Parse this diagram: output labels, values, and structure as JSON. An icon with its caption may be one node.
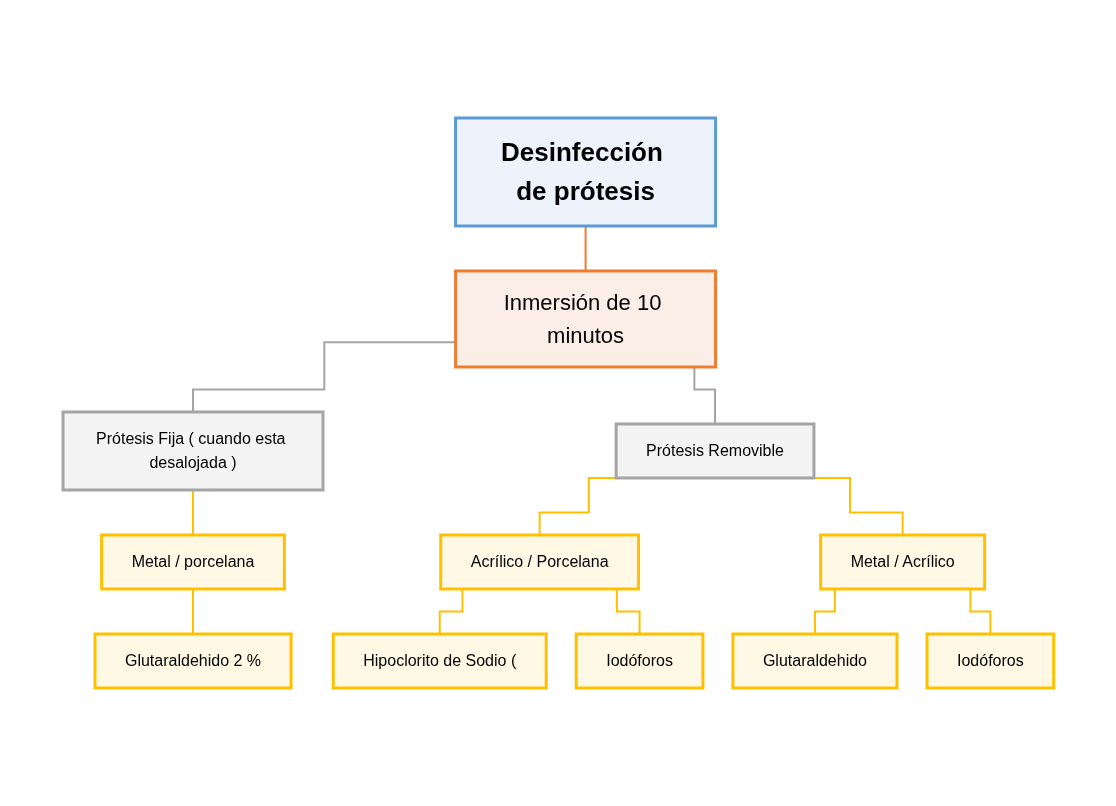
{
  "diagram": {
    "nodes": [
      {
        "text": [
          "Desinfección de prótesis"
        ]
      },
      {
        "text": [
          "Inmersión de 10 minutos"
        ]
      },
      {
        "text": [
          "Prótesis Fija ( cuando esta desalojada )"
        ]
      },
      {
        "text": [
          "Prótesis Removible"
        ]
      },
      {
        "text": [
          "Metal / porcelana"
        ]
      },
      {
        "text": [
          "Acrílico / Porcelana"
        ]
      },
      {
        "text": [
          "Metal / Acrílico"
        ]
      },
      {
        "text": [
          "Glutaraldehido 2 %"
        ]
      },
      {
        "text": [
          "Hipoclorito de Sodio ("
        ]
      },
      {
        "text": [
          "Iodóforos"
        ]
      },
      {
        "text": [
          "Glutaraldehido"
        ]
      },
      {
        "text": [
          "Iodóforos"
        ]
      }
    ],
    "edges": [
      {
        "from": 0,
        "to": 1,
        "arrow": "none",
        "color": "#ed7d31"
      },
      {
        "from": 1,
        "to": 2,
        "arrow": "none",
        "color": "#a5a5a5"
      },
      {
        "from": 1,
        "to": 3,
        "arrow": "none",
        "color": "#a5a5a5"
      },
      {
        "from": 2,
        "to": 4,
        "arrow": "none"
      },
      {
        "from": 3,
        "to": 5,
        "arrow": "none"
      },
      {
        "from": 3,
        "to": 6,
        "arrow": "none"
      },
      {
        "from": 4,
        "to": 7,
        "arrow": "none"
      },
      {
        "from": 5,
        "to": 8,
        "arrow": "none"
      },
      {
        "from": 5,
        "to": 9,
        "arrow": "none"
      },
      {
        "from": 6,
        "to": 10,
        "arrow": "none"
      },
      {
        "from": 6,
        "to": 11,
        "arrow": "none"
      }
    ]
  }
}
